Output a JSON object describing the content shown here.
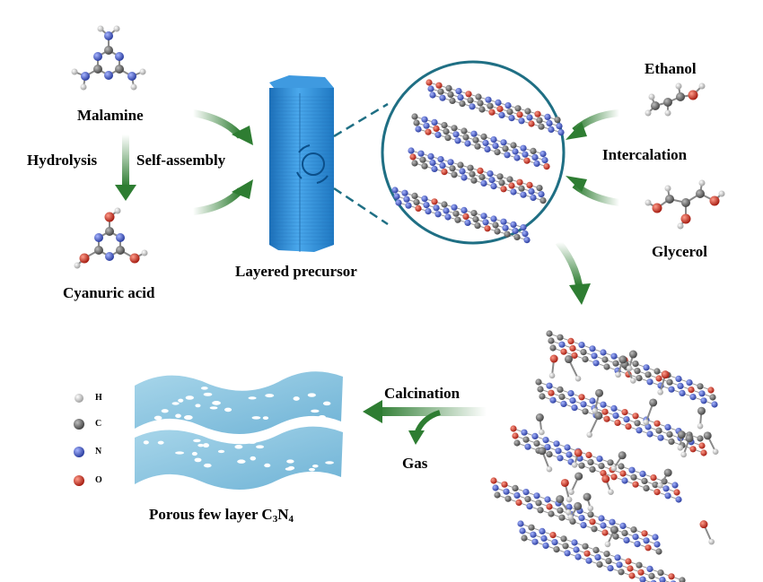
{
  "labels": {
    "malamine": "Malamine",
    "hydrolysis": "Hydrolysis",
    "self_assembly": "Self-assembly",
    "cyanuric_acid": "Cyanuric acid",
    "layered_precursor": "Layered precursor",
    "ethanol": "Ethanol",
    "intercalation": "Intercalation",
    "glycerol": "Glycerol",
    "calcination": "Calcination",
    "gas": "Gas",
    "product_prefix": "Porous few layer C",
    "product_sub1": "3",
    "product_mid": "N",
    "product_sub2": "4"
  },
  "legend": [
    {
      "symbol": "H",
      "color": "#d9d9d9"
    },
    {
      "symbol": "C",
      "color": "#555555"
    },
    {
      "symbol": "N",
      "color": "#3a4fb8"
    },
    {
      "symbol": "O",
      "color": "#c8261b"
    }
  ],
  "colors": {
    "arrow_green": "#2e7d32",
    "precursor_blue": "#2f8fd6",
    "circle_teal": "#1f6f84",
    "sheet_blue": "#8fc6df"
  }
}
